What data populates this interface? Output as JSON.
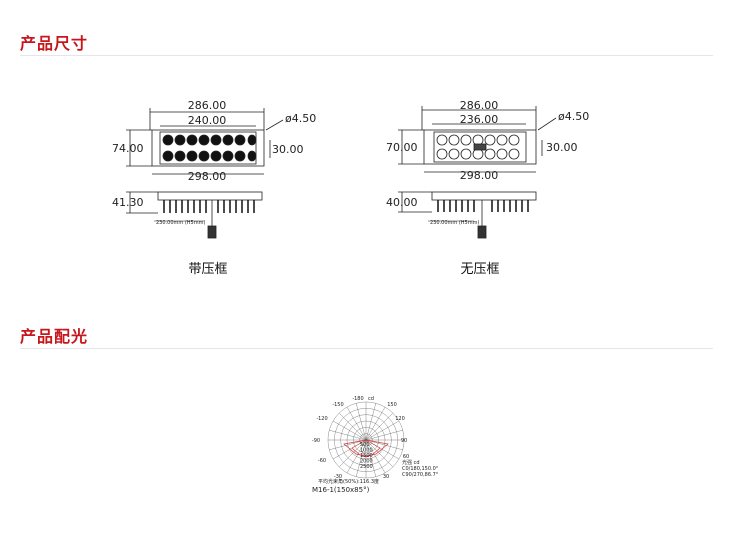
{
  "sections": {
    "size_title": "产品尺寸",
    "optics_title": "产品配光"
  },
  "drawing_left": {
    "w_total": "286.00",
    "w_inner": "240.00",
    "hole": "ø4.50",
    "height": "74.00",
    "mount": "30.00",
    "w_outer": "298.00",
    "depth": "41.30",
    "cable": "230.00mm (H5mm)",
    "caption": "带压框"
  },
  "drawing_right": {
    "w_total": "286.00",
    "w_inner": "236.00",
    "hole": "ø4.50",
    "height": "70.00",
    "mount": "30.00",
    "w_outer": "298.00",
    "depth": "40.00",
    "cable": "230.00mm (H5mm)",
    "caption": "无压框"
  },
  "polar": {
    "angles": [
      "-180",
      "-150",
      "150",
      "-120",
      "120",
      "-90",
      "90",
      "-60",
      "60",
      "-30",
      "30"
    ],
    "unit": "cd",
    "radials": [
      "500",
      "1000",
      "1500",
      "2000",
      "2500"
    ],
    "legend_title": "光强 cd",
    "legend_c0": "C0/180,150.0°",
    "legend_c90": "C90/270,86.7°",
    "beam": "平均光束角(50%):116.3度",
    "model": "M16-1(150x85°)"
  },
  "colors": {
    "accent": "#c8161d",
    "polar_curve": "#d23a3a"
  }
}
